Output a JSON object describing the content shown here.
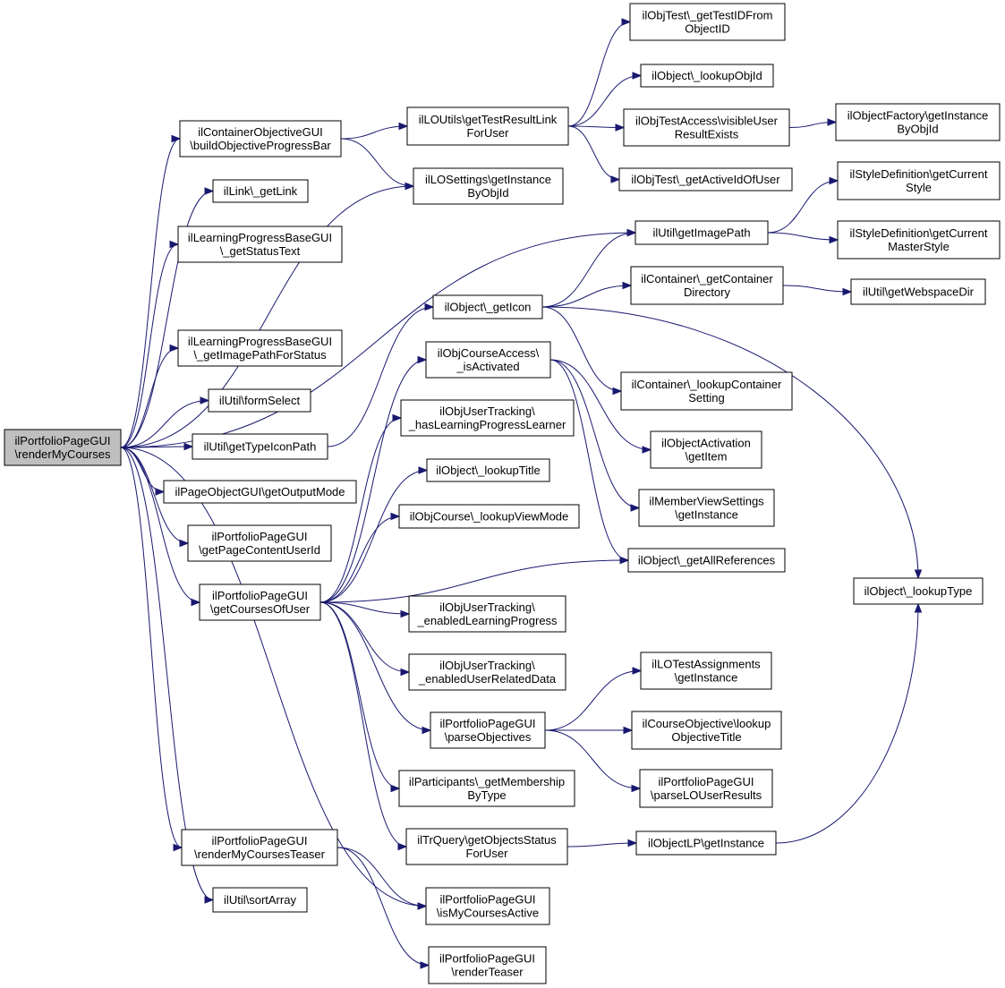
{
  "diagram": {
    "type": "call-graph",
    "colors": {
      "edge": "#191970",
      "root_fill": "#bfbfbf",
      "node_fill": "#ffffff",
      "node_border": "#000000"
    },
    "nodes": [
      {
        "id": "root",
        "lines": [
          "ilPortfolioPageGUI",
          "\\renderMyCourses"
        ],
        "root": true
      },
      {
        "id": "containerObjGUI",
        "lines": [
          "ilContainerObjectiveGUI",
          "\\buildObjectiveProgressBar"
        ]
      },
      {
        "id": "linkGet",
        "lines": [
          "ilLink\\_getLink"
        ]
      },
      {
        "id": "lpStatusText",
        "lines": [
          "ilLearningProgressBaseGUI",
          "\\_getStatusText"
        ]
      },
      {
        "id": "lpImagePath",
        "lines": [
          "ilLearningProgressBaseGUI",
          "\\_getImagePathForStatus"
        ]
      },
      {
        "id": "formSelect",
        "lines": [
          "ilUtil\\formSelect"
        ]
      },
      {
        "id": "typeIconPath",
        "lines": [
          "ilUtil\\getTypeIconPath"
        ]
      },
      {
        "id": "outputMode",
        "lines": [
          "ilPageObjectGUI\\getOutputMode"
        ]
      },
      {
        "id": "pageContentUser",
        "lines": [
          "ilPortfolioPageGUI",
          "\\getPageContentUserId"
        ]
      },
      {
        "id": "getCourses",
        "lines": [
          "ilPortfolioPageGUI",
          "\\getCoursesOfUser"
        ]
      },
      {
        "id": "teaser",
        "lines": [
          "ilPortfolioPageGUI",
          "\\renderMyCoursesTeaser"
        ]
      },
      {
        "id": "sortArray",
        "lines": [
          "ilUtil\\sortArray"
        ]
      },
      {
        "id": "loUtils",
        "lines": [
          "ilLOUtils\\getTestResultLink",
          "ForUser"
        ]
      },
      {
        "id": "loSettings",
        "lines": [
          "ilLOSettings\\getInstance",
          "ByObjId"
        ]
      },
      {
        "id": "getIcon",
        "lines": [
          "ilObject\\_getIcon"
        ]
      },
      {
        "id": "isActivated",
        "lines": [
          "ilObjCourseAccess\\",
          "_isActivated"
        ]
      },
      {
        "id": "hasLPLearner",
        "lines": [
          "ilObjUserTracking\\",
          "_hasLearningProgressLearner"
        ]
      },
      {
        "id": "lookupTitle",
        "lines": [
          "ilObject\\_lookupTitle"
        ]
      },
      {
        "id": "lookupViewMode",
        "lines": [
          "ilObjCourse\\_lookupViewMode"
        ]
      },
      {
        "id": "enabledLP",
        "lines": [
          "ilObjUserTracking\\",
          "_enabledLearningProgress"
        ]
      },
      {
        "id": "enabledURD",
        "lines": [
          "ilObjUserTracking\\",
          "_enabledUserRelatedData"
        ]
      },
      {
        "id": "parseObjectives",
        "lines": [
          "ilPortfolioPageGUI",
          "\\parseObjectives"
        ]
      },
      {
        "id": "membership",
        "lines": [
          "ilParticipants\\_getMembership",
          "ByType"
        ]
      },
      {
        "id": "trQuery",
        "lines": [
          "ilTrQuery\\getObjectsStatus",
          "ForUser"
        ]
      },
      {
        "id": "isMyCoursesActive",
        "lines": [
          "ilPortfolioPageGUI",
          "\\isMyCoursesActive"
        ]
      },
      {
        "id": "renderTeaser",
        "lines": [
          "ilPortfolioPageGUI",
          "\\renderTeaser"
        ]
      },
      {
        "id": "testIdFromObj",
        "lines": [
          "ilObjTest\\_getTestIDFrom",
          "ObjectID"
        ]
      },
      {
        "id": "lookupObjId",
        "lines": [
          "ilObject\\_lookupObjId"
        ]
      },
      {
        "id": "visibleUserResult",
        "lines": [
          "ilObjTestAccess\\visibleUser",
          "ResultExists"
        ]
      },
      {
        "id": "activeIdOfUser",
        "lines": [
          "ilObjTest\\_getActiveIdOfUser"
        ]
      },
      {
        "id": "getImagePath",
        "lines": [
          "ilUtil\\getImagePath"
        ]
      },
      {
        "id": "containerDir",
        "lines": [
          "ilContainer\\_getContainer",
          "Directory"
        ]
      },
      {
        "id": "lookupContainerSetting",
        "lines": [
          "ilContainer\\_lookupContainer",
          "Setting"
        ]
      },
      {
        "id": "activationItem",
        "lines": [
          "ilObjectActivation",
          "\\getItem"
        ]
      },
      {
        "id": "memberView",
        "lines": [
          "ilMemberViewSettings",
          "\\getInstance"
        ]
      },
      {
        "id": "allReferences",
        "lines": [
          "ilObject\\_getAllReferences"
        ]
      },
      {
        "id": "loTestAssign",
        "lines": [
          "ilLOTestAssignments",
          "\\getInstance"
        ]
      },
      {
        "id": "objectiveTitle",
        "lines": [
          "ilCourseObjective\\lookup",
          "ObjectiveTitle"
        ]
      },
      {
        "id": "parseLOUser",
        "lines": [
          "ilPortfolioPageGUI",
          "\\parseLOUserResults"
        ]
      },
      {
        "id": "objectLP",
        "lines": [
          "ilObjectLP\\getInstance"
        ]
      },
      {
        "id": "objFactory",
        "lines": [
          "ilObjectFactory\\getInstance",
          "ByObjId"
        ]
      },
      {
        "id": "styleCurrent",
        "lines": [
          "ilStyleDefinition\\getCurrent",
          "Style"
        ]
      },
      {
        "id": "styleMaster",
        "lines": [
          "ilStyleDefinition\\getCurrent",
          "MasterStyle"
        ]
      },
      {
        "id": "webspaceDir",
        "lines": [
          "ilUtil\\getWebspaceDir"
        ]
      },
      {
        "id": "lookupType",
        "lines": [
          "ilObject\\_lookupType"
        ]
      }
    ],
    "edges": [
      [
        "root",
        "containerObjGUI"
      ],
      [
        "root",
        "linkGet"
      ],
      [
        "root",
        "lpStatusText"
      ],
      [
        "root",
        "lpImagePath"
      ],
      [
        "root",
        "formSelect"
      ],
      [
        "root",
        "typeIconPath"
      ],
      [
        "root",
        "outputMode"
      ],
      [
        "root",
        "pageContentUser"
      ],
      [
        "root",
        "getCourses"
      ],
      [
        "root",
        "teaser"
      ],
      [
        "root",
        "sortArray"
      ],
      [
        "root",
        "isMyCoursesActive"
      ],
      [
        "root",
        "loSettings"
      ],
      [
        "root",
        "getImagePath"
      ],
      [
        "containerObjGUI",
        "loUtils"
      ],
      [
        "containerObjGUI",
        "loSettings"
      ],
      [
        "loUtils",
        "testIdFromObj"
      ],
      [
        "loUtils",
        "lookupObjId"
      ],
      [
        "loUtils",
        "visibleUserResult"
      ],
      [
        "loUtils",
        "activeIdOfUser"
      ],
      [
        "visibleUserResult",
        "objFactory"
      ],
      [
        "typeIconPath",
        "getIcon"
      ],
      [
        "getIcon",
        "getImagePath"
      ],
      [
        "getIcon",
        "containerDir"
      ],
      [
        "getIcon",
        "lookupContainerSetting"
      ],
      [
        "getIcon",
        "lookupType"
      ],
      [
        "getImagePath",
        "styleCurrent"
      ],
      [
        "getImagePath",
        "styleMaster"
      ],
      [
        "containerDir",
        "webspaceDir"
      ],
      [
        "getCourses",
        "isActivated"
      ],
      [
        "getCourses",
        "hasLPLearner"
      ],
      [
        "getCourses",
        "lookupTitle"
      ],
      [
        "getCourses",
        "lookupViewMode"
      ],
      [
        "getCourses",
        "allReferences"
      ],
      [
        "getCourses",
        "enabledLP"
      ],
      [
        "getCourses",
        "enabledURD"
      ],
      [
        "getCourses",
        "parseObjectives"
      ],
      [
        "getCourses",
        "membership"
      ],
      [
        "getCourses",
        "trQuery"
      ],
      [
        "isActivated",
        "activationItem"
      ],
      [
        "isActivated",
        "memberView"
      ],
      [
        "isActivated",
        "allReferences"
      ],
      [
        "parseObjectives",
        "loTestAssign"
      ],
      [
        "parseObjectives",
        "objectiveTitle"
      ],
      [
        "parseObjectives",
        "parseLOUser"
      ],
      [
        "trQuery",
        "objectLP"
      ],
      [
        "objectLP",
        "lookupType"
      ],
      [
        "teaser",
        "isMyCoursesActive"
      ],
      [
        "teaser",
        "renderTeaser"
      ]
    ]
  }
}
